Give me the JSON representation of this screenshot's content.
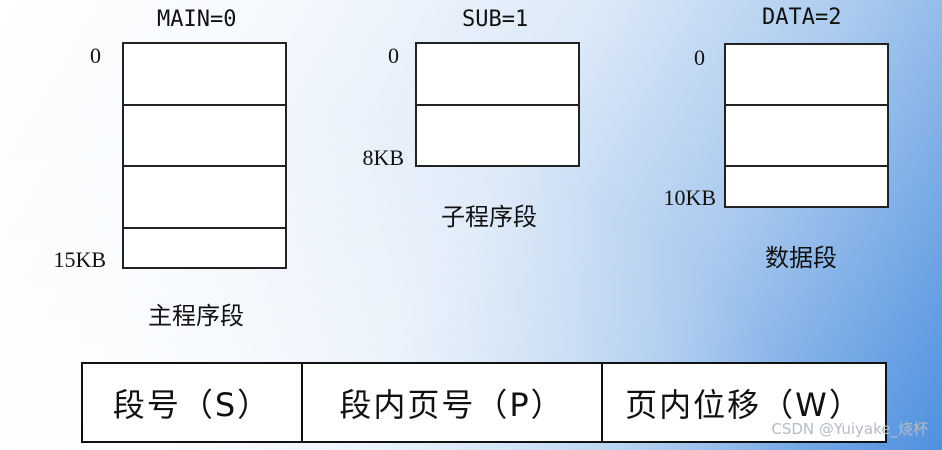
{
  "segments": [
    {
      "title": "MAIN=0",
      "start": "0",
      "end": "15KB",
      "caption": "主程序段",
      "rows": 4
    },
    {
      "title": "SUB=1",
      "start": "0",
      "end": "8KB",
      "caption": "子程序段",
      "rows": 2
    },
    {
      "title": "DATA=2",
      "start": "0",
      "end": "10KB",
      "caption": "数据段",
      "rows": 3
    }
  ],
  "address_format": {
    "fields": [
      "段号（S）",
      "段内页号（P）",
      "页内位移（W）"
    ]
  },
  "watermark": "CSDN @Yuiyake_烧杯"
}
